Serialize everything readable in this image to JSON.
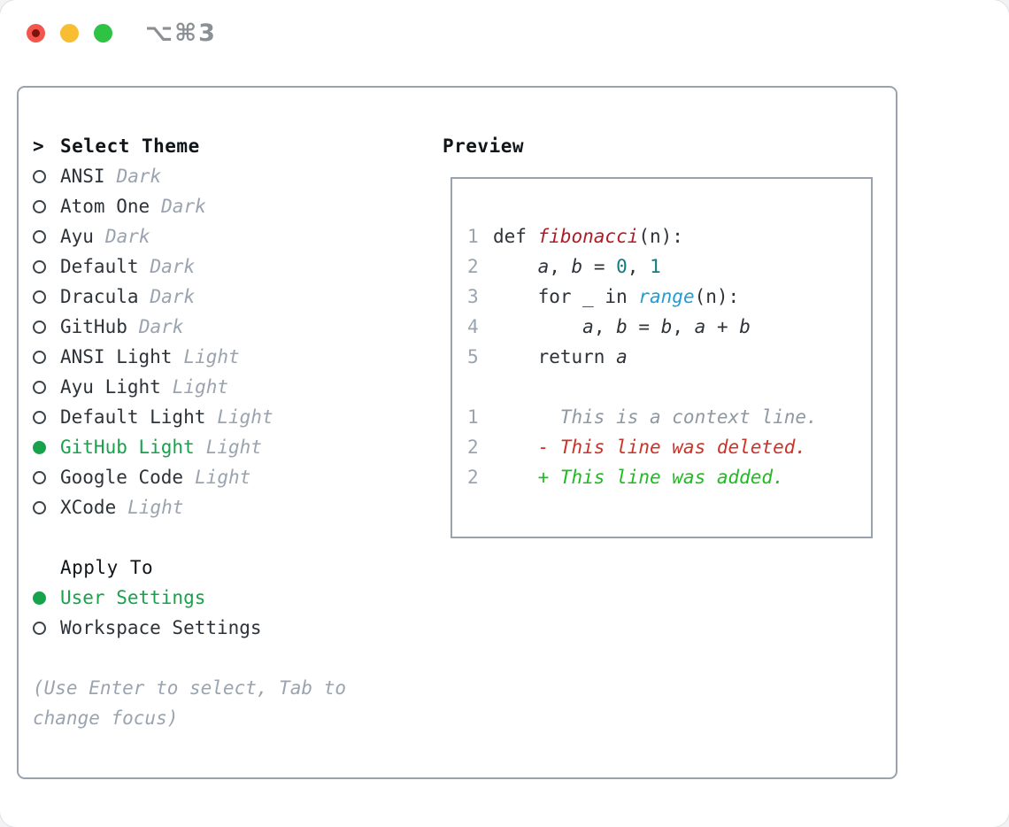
{
  "titlebar": {
    "title": "⌥⌘3"
  },
  "theme_panel": {
    "cursor": ">",
    "header": "Select Theme",
    "themes": [
      {
        "name": "ANSI",
        "tag": "Dark",
        "selected": false
      },
      {
        "name": "Atom One",
        "tag": "Dark",
        "selected": false
      },
      {
        "name": "Ayu",
        "tag": "Dark",
        "selected": false
      },
      {
        "name": "Default",
        "tag": "Dark",
        "selected": false
      },
      {
        "name": "Dracula",
        "tag": "Dark",
        "selected": false
      },
      {
        "name": "GitHub",
        "tag": "Dark",
        "selected": false
      },
      {
        "name": "ANSI Light",
        "tag": "Light",
        "selected": false
      },
      {
        "name": "Ayu Light",
        "tag": "Light",
        "selected": false
      },
      {
        "name": "Default Light",
        "tag": "Light",
        "selected": false
      },
      {
        "name": "GitHub Light",
        "tag": "Light",
        "selected": true
      },
      {
        "name": "Google Code",
        "tag": "Light",
        "selected": false
      },
      {
        "name": "XCode",
        "tag": "Light",
        "selected": false
      }
    ],
    "apply_to": {
      "header": "Apply To",
      "options": [
        {
          "name": "User Settings",
          "selected": true
        },
        {
          "name": "Workspace Settings",
          "selected": false
        }
      ]
    },
    "help_lines": [
      "(Use Enter to select, Tab to",
      "change focus)"
    ]
  },
  "preview": {
    "header": "Preview",
    "code_lines": [
      {
        "num": "1",
        "parts": [
          "def ",
          "fibonacci",
          "(n):"
        ]
      },
      {
        "num": "2",
        "parts": [
          "    ",
          "a",
          ", ",
          "b",
          " = ",
          "0",
          ", ",
          "1"
        ]
      },
      {
        "num": "3",
        "parts": [
          "    for _ in ",
          "range",
          "(n):"
        ]
      },
      {
        "num": "4",
        "parts": [
          "        ",
          "a",
          ", ",
          "b",
          " = ",
          "b",
          ", ",
          "a",
          " + ",
          "b"
        ]
      },
      {
        "num": "5",
        "parts": [
          "    return ",
          "a"
        ]
      }
    ],
    "diff_lines": [
      {
        "num": "1",
        "text": "      This is a context line."
      },
      {
        "num": "2",
        "text": "    - This line was deleted."
      },
      {
        "num": "2",
        "text": "    + This line was added."
      }
    ]
  },
  "colors": {
    "accent_green": "#17a24b",
    "added_green": "#1fbc1f",
    "deleted_red": "#cc3328",
    "function_red": "#b01c26",
    "number_teal": "#0e7d82",
    "builtin_blue": "#219ed6",
    "text_dark": "#2d3339",
    "muted_gray": "#9aa4b0",
    "border_gray": "#99a3ae",
    "traffic_red": "#f4564e",
    "traffic_yellow": "#f9bd32",
    "traffic_green": "#2ec344"
  }
}
